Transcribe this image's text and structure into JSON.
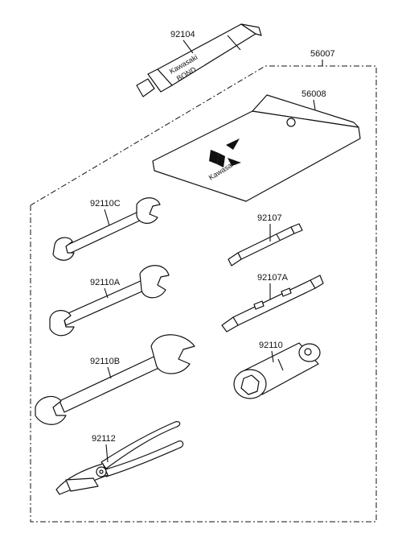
{
  "parts": [
    {
      "id": "tube",
      "number": "92104"
    },
    {
      "id": "kit",
      "number": "56007"
    },
    {
      "id": "pouch",
      "number": "56008"
    },
    {
      "id": "wrench-small",
      "number": "92110C"
    },
    {
      "id": "screwdriver-a",
      "number": "92107"
    },
    {
      "id": "wrench-medium",
      "number": "92110A"
    },
    {
      "id": "screwdriver-b",
      "number": "92107A"
    },
    {
      "id": "wrench-large",
      "number": "92110B"
    },
    {
      "id": "socket-wrench",
      "number": "92110"
    },
    {
      "id": "pliers",
      "number": "92112"
    }
  ],
  "tube_text": [
    "Kawasaki",
    "BOND"
  ],
  "pouch_brand": "Kawasaki"
}
